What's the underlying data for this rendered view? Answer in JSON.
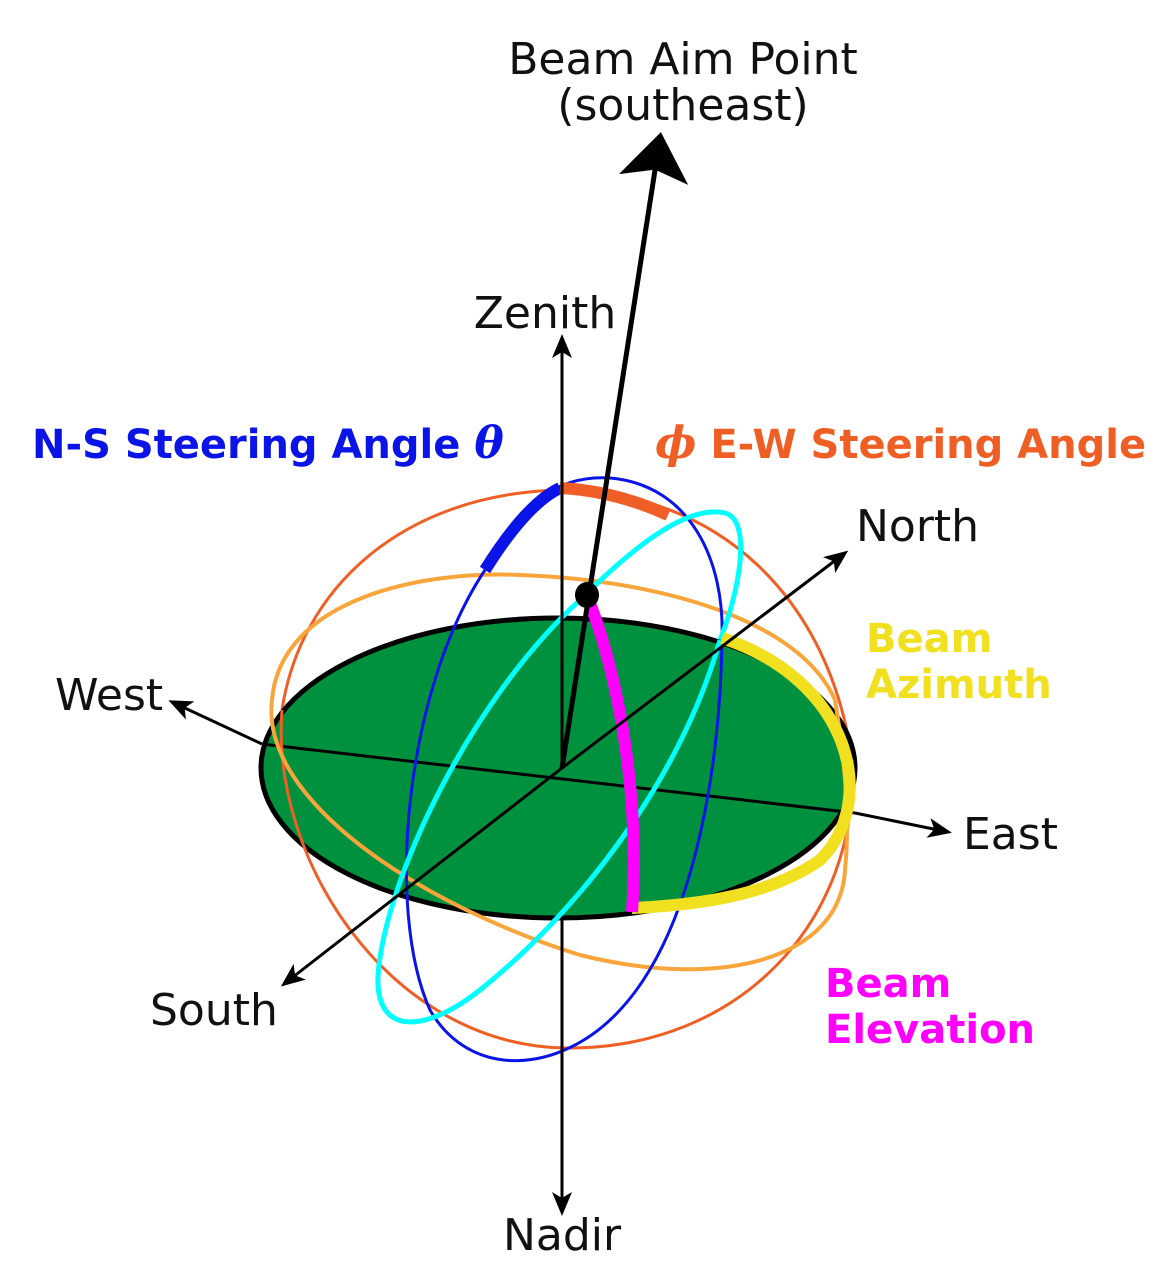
{
  "labels": {
    "beam_aim_point_line1": "Beam Aim Point",
    "beam_aim_point_line2": "(southeast)",
    "zenith": "Zenith",
    "nadir": "Nadir",
    "north": "North",
    "south": "South",
    "east": "East",
    "west": "West",
    "ns_steering_text": "N-S Steering Angle ",
    "ns_steering_symbol": "θ",
    "ew_steering_symbol": "ϕ",
    "ew_steering_text": " E-W Steering Angle",
    "beam_azimuth_line1": "Beam",
    "beam_azimuth_line2": "Azimuth",
    "beam_elevation_line1": "Beam",
    "beam_elevation_line2": "Elevation"
  },
  "colors": {
    "ground_plane": "#00913f",
    "ns_steering": "#0a14e6",
    "ew_steering": "#ef5f25",
    "beam_azimuth": "#f0e020",
    "beam_elevation": "#ff00ff",
    "tilted_ring": "#00ffff",
    "horizontal_ring": "#f8a53c",
    "axis": "#000000"
  }
}
